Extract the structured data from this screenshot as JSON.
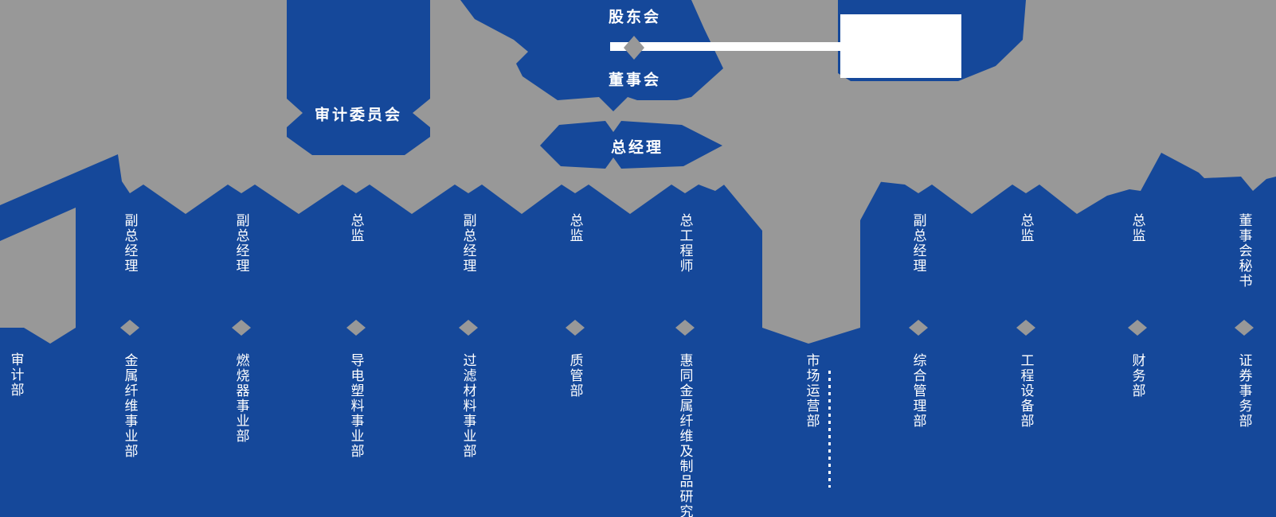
{
  "colors": {
    "background": "#989898",
    "primary": "#15489A",
    "accent_white": "#FFFFFF"
  },
  "nodes": {
    "shareholders": "股东会",
    "board": "董事会",
    "general_manager": "总经理",
    "audit_committee": "审计委员会"
  },
  "standalone_departments": {
    "audit_department": "审计部",
    "marketing_operations": "市场运营部"
  },
  "executive_columns": [
    {
      "role": "副总经理",
      "department": "金属纤维事业部"
    },
    {
      "role": "副总经理",
      "department": "燃烧器事业部"
    },
    {
      "role": "总监",
      "department": "导电塑料事业部"
    },
    {
      "role": "副总经理",
      "department": "过滤材料事业部"
    },
    {
      "role": "总监",
      "department": "质管部"
    },
    {
      "role": "总工程师",
      "department": "惠同金属纤维及制品研究院"
    },
    {
      "role": "副总经理",
      "department": "综合管理部"
    },
    {
      "role": "总监",
      "department": "工程设备部"
    },
    {
      "role": "总监",
      "department": "财务部"
    },
    {
      "role": "董事会秘书",
      "department": "证券事务部"
    }
  ]
}
